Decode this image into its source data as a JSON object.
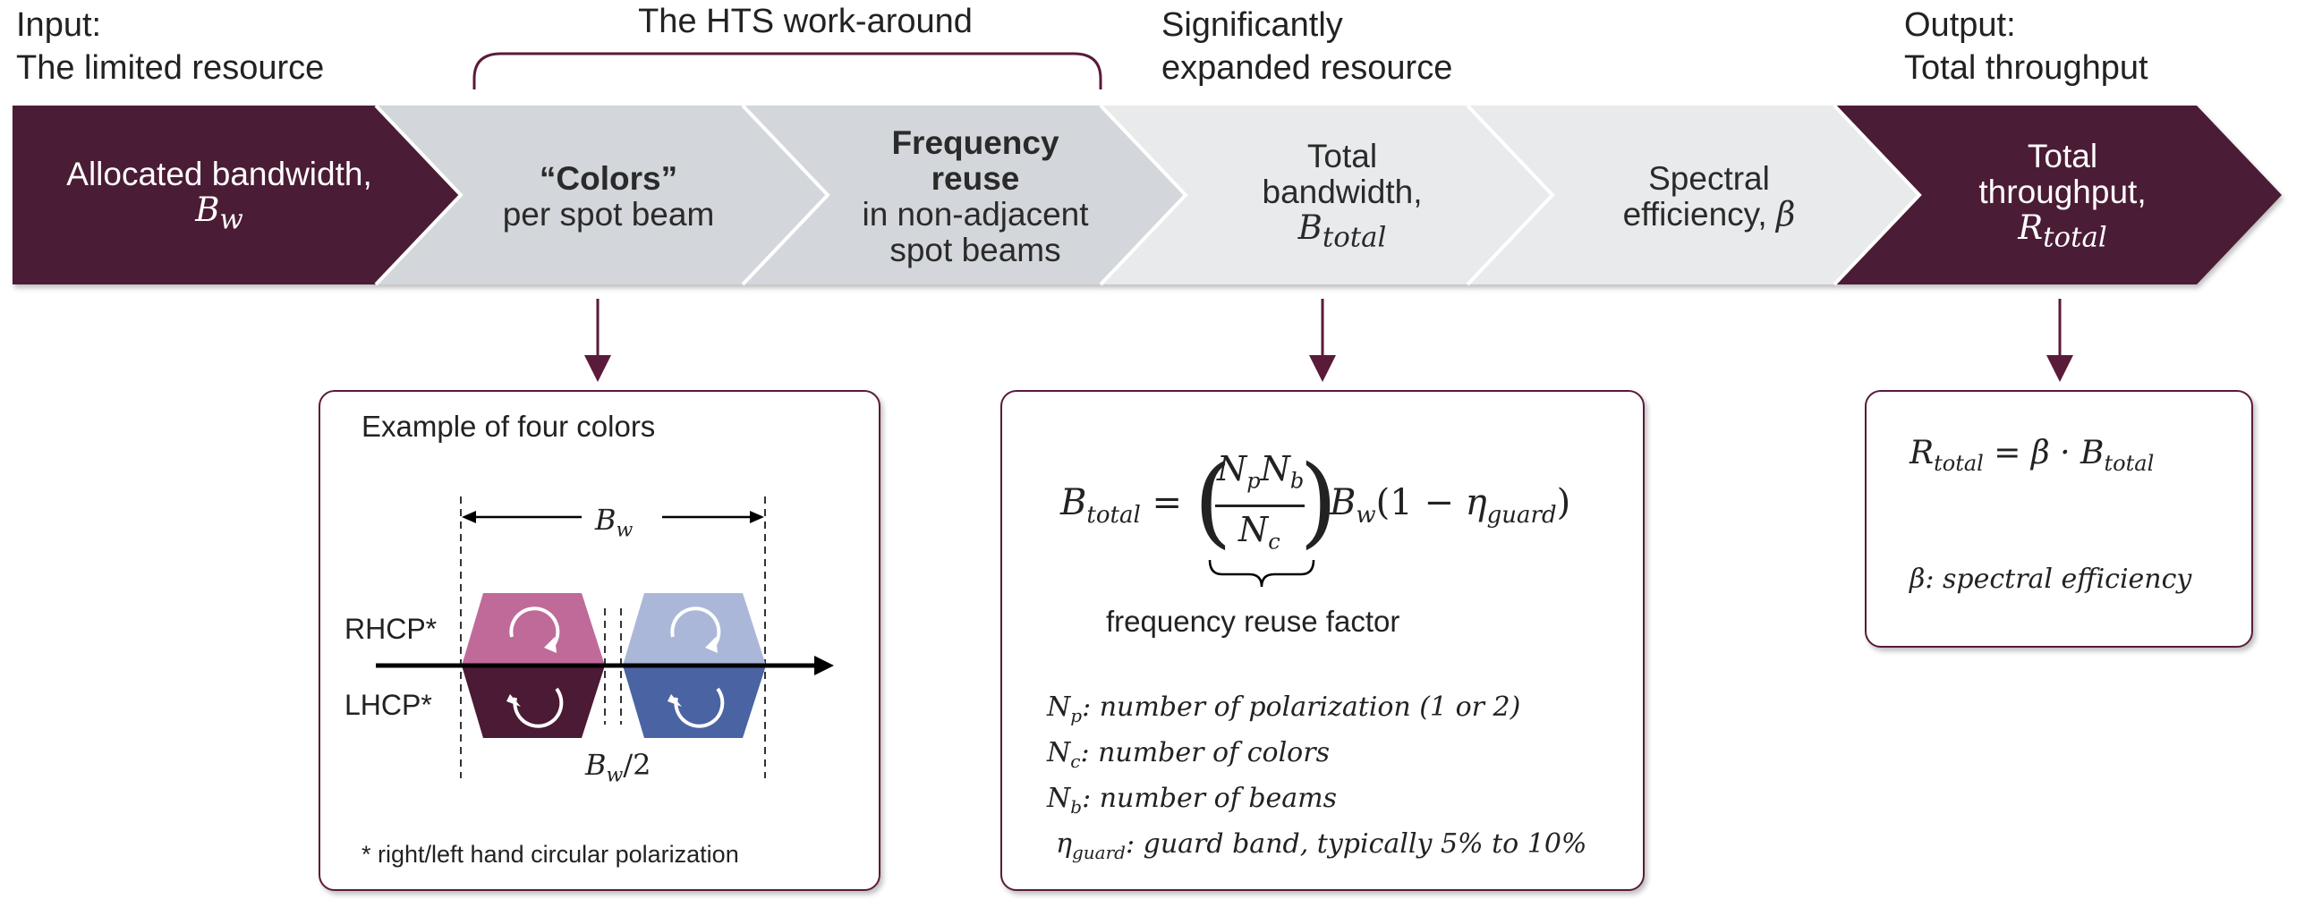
{
  "header": {
    "input_label_1": "Input:",
    "input_label_2": "The limited resource",
    "hts_label": "The HTS work-around",
    "expanded_label_1": "Significantly",
    "expanded_label_2": "expanded resource",
    "output_label_1": "Output:",
    "output_label_2": "Total throughput"
  },
  "steps": [
    {
      "line1": "Allocated bandwidth,",
      "math": "B",
      "sub": "w"
    },
    {
      "line1": "“Colors”",
      "line2": "per spot beam"
    },
    {
      "line1": "Frequency",
      "line2": "reuse",
      "line3": "in non-adjacent",
      "line4": "spot beams"
    },
    {
      "line1": "Total",
      "line2": "bandwidth,",
      "math": "B",
      "sub": "total"
    },
    {
      "line1": "Spectral",
      "line2": "efficiency, ",
      "math": "β"
    },
    {
      "line1": "Total",
      "line2": "throughput,",
      "math": "R",
      "sub": "total"
    }
  ],
  "colors_box": {
    "title": "Example of four colors",
    "bw": "B",
    "bw_sub": "w",
    "bw_half": "/2",
    "rhcp": "RHCP*",
    "lhcp": "LHCP*",
    "footnote": "* right/left hand circular polarization"
  },
  "formula_box": {
    "lhs": "B",
    "lhs_sub": "total",
    "eq": "=",
    "np": "N",
    "np_sub": "p",
    "nb": "N",
    "nb_sub": "b",
    "nc": "N",
    "nc_sub": "c",
    "bw": "B",
    "bw_sub": "w",
    "paren_open": "(1 − ",
    "eta": "η",
    "eta_sub": "guard",
    "paren_close": ")",
    "reuse_factor": "frequency reuse factor",
    "def_np": ": number of polarization (1 or 2)",
    "def_nc": ": number of colors",
    "def_nb": ": number of beams",
    "def_eta": ": guard band, typically 5% to 10%"
  },
  "throughput_box": {
    "r": "R",
    "r_sub": "total",
    "eq": " = β · ",
    "b": "B",
    "b_sub": "total",
    "def_beta": "β: spectral efficiency"
  },
  "colors": {
    "dark": "#4b1a35",
    "light1": "#d0d3d6",
    "light2": "#e8e9eb",
    "pink": "#c06a9a",
    "maroon": "#4b1a35",
    "lightblue": "#aab7d9",
    "blue": "#4a63a3"
  }
}
